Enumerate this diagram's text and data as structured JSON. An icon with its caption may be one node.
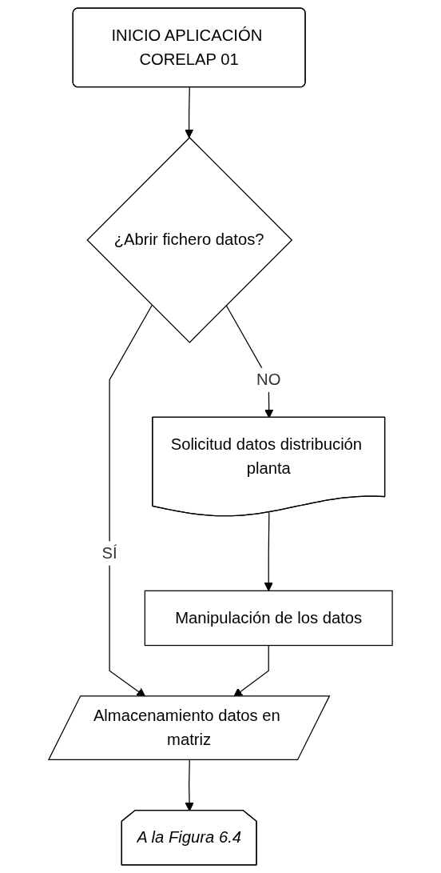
{
  "diagram": {
    "nodes": [
      {
        "text": [
          "INICIO APLICACIÓN CORELAP 01"
        ]
      },
      {
        "text": [
          "¿Abrir fichero datos?"
        ]
      },
      {
        "text": [
          "Solicitud datos distribución planta"
        ]
      },
      {
        "text": [
          "Manipulación de los datos"
        ]
      },
      {
        "text": [
          "Almacenamiento datos en matriz"
        ]
      },
      {
        "text": [
          "A la Figura 6.4"
        ]
      }
    ],
    "edges": [
      {
        "from": 0,
        "to": 1,
        "arrow": "to"
      },
      {
        "from": 1,
        "to": 4,
        "arrow": "to",
        "label": "SÍ"
      },
      {
        "from": 1,
        "to": 2,
        "arrow": "to",
        "label": "NO"
      },
      {
        "from": 2,
        "to": 3,
        "arrow": "to"
      },
      {
        "from": 3,
        "to": 4,
        "arrow": "to"
      },
      {
        "from": 4,
        "to": 5,
        "arrow": "to"
      }
    ]
  }
}
